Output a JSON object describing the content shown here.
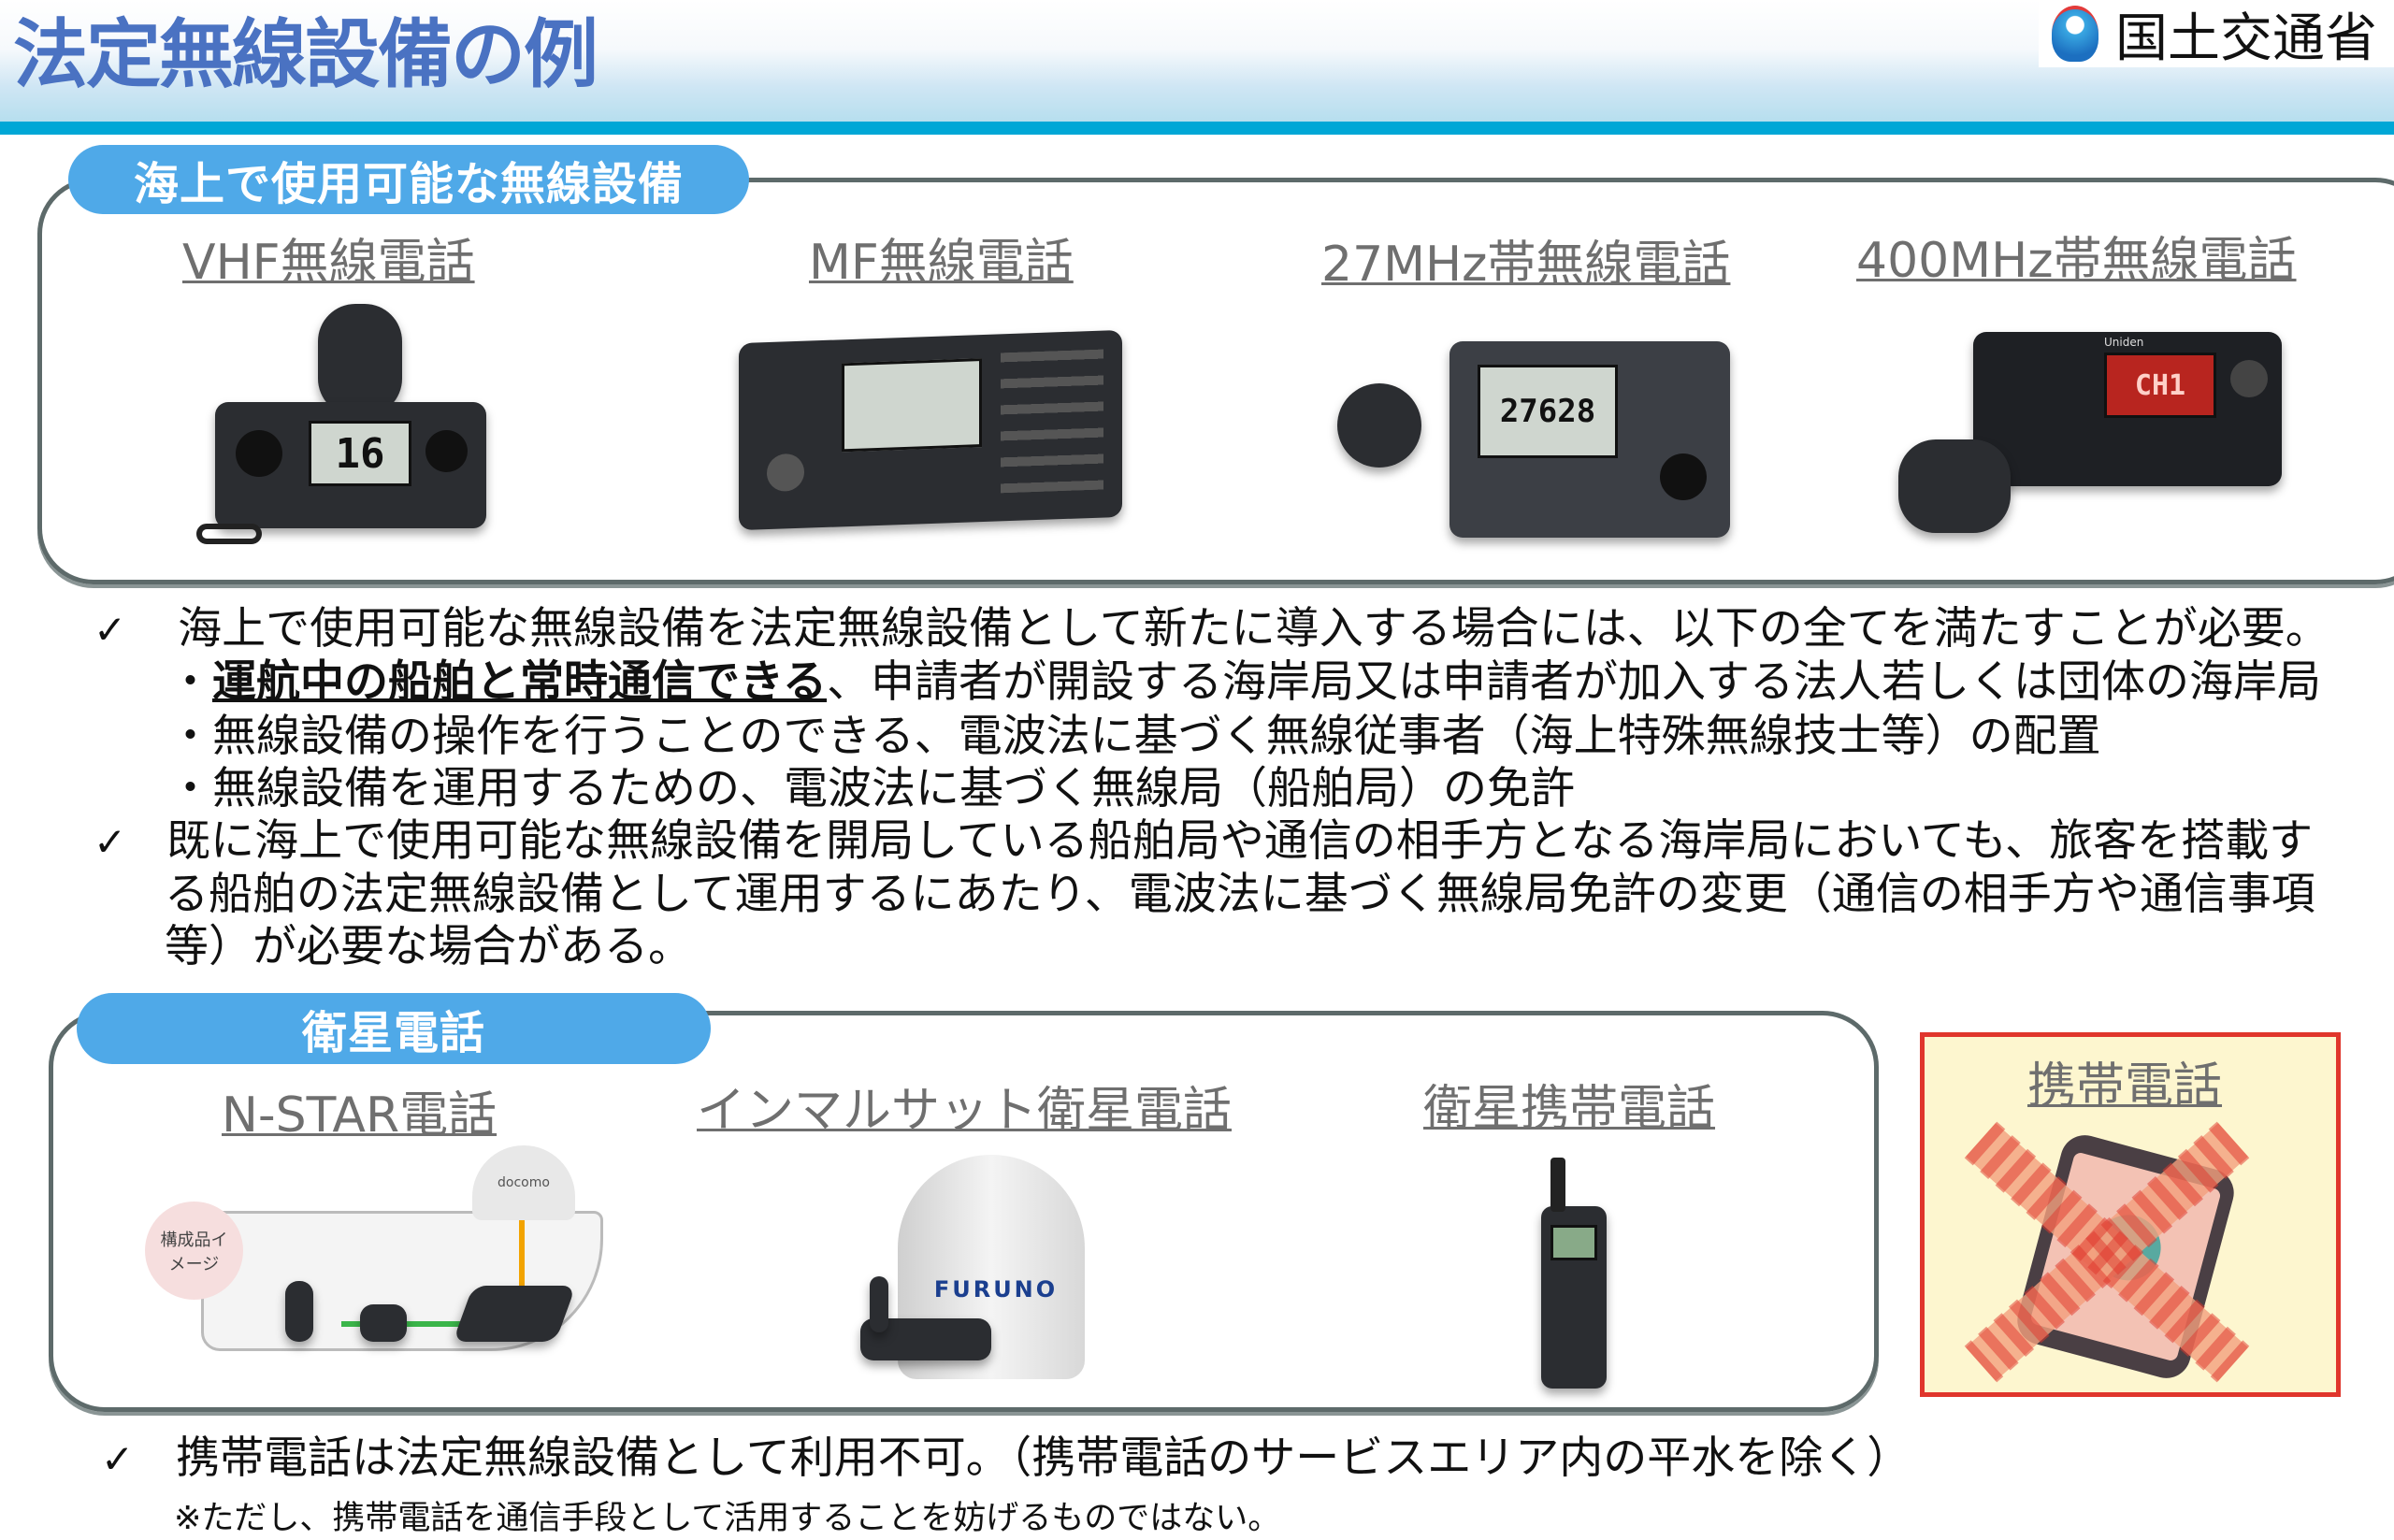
{
  "header": {
    "title": "法定無線設備の例",
    "logo_text": "国土交通省"
  },
  "marine": {
    "label": "海上で使用可能な無線設備",
    "devices": [
      {
        "name": "VHF無線電話",
        "display": "16"
      },
      {
        "name": "MF無線電話"
      },
      {
        "name": "27MHz帯無線電話",
        "display": "27628"
      },
      {
        "name": "400MHz帯無線電話",
        "display": "CH1",
        "brand": "Uniden"
      }
    ]
  },
  "bullets": {
    "b1": "海上で使用可能な無線設備を法定無線設備として新たに導入する場合には、以下の全てを満たすことが必要。",
    "s1_bold": "運航中の船舶と常時通信できる",
    "s1_rest": "、申請者が開設する海岸局又は申請者が加入する法人若しくは団体の海岸局",
    "s2": "無線設備の操作を行うことのできる、電波法に基づく無線従事者（海上特殊無線技士等）の配置",
    "s3": "無線設備を運用するための、電波法に基づく無線局（船舶局）の免許",
    "b2_l1": "既に海上で使用可能な無線設備を開局している船舶局や通信の相手方となる海岸局においても、旅客を搭載す",
    "b2_l2": "る船舶の法定無線設備として運用するにあたり、電波法に基づく無線局免許の変更（通信の相手方や通信事項",
    "b2_l3": "等）が必要な場合がある。",
    "check": "✓",
    "dot": "・"
  },
  "satellite": {
    "label": "衛星電話",
    "devices": [
      {
        "name": "N-STAR電話",
        "badge": "構成品イメージ",
        "brand": "docomo"
      },
      {
        "name": "インマルサット衛星電話",
        "brand": "FURUNO"
      },
      {
        "name": "衛星携帯電話"
      }
    ]
  },
  "mobile": {
    "name": "携帯電話"
  },
  "footer": {
    "note1": "携帯電話は法定無線設備として利用不可。（携帯電話のサービスエリア内の平水を除く）",
    "note2": "※ただし、携帯電話を通信手段として活用することを妨げるものではない。"
  }
}
